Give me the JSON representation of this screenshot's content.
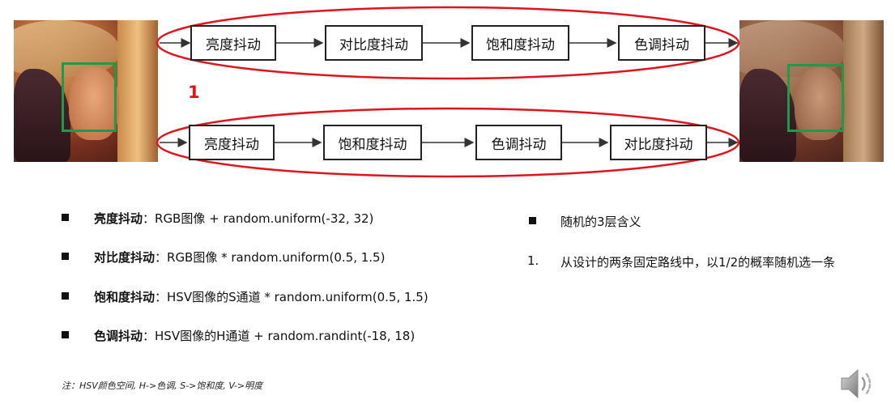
{
  "top_pipeline": [
    "亮度抖动",
    "对比度抖动",
    "饱和度抖动",
    "色调抖动"
  ],
  "bottom_pipeline": [
    "亮度抖动",
    "饱和度抖动",
    "色调抖动",
    "对比度抖动"
  ],
  "marker_label": "1",
  "bullets": [
    {
      "term": "亮度抖动",
      "desc": "：RGB图像 + random.uniform(-32, 32)"
    },
    {
      "term": "对比度抖动",
      "desc": "：RGB图像 * random.uniform(0.5, 1.5)"
    },
    {
      "term": "饱和度抖动",
      "desc": "：HSV图像的S通道 * random.uniform(0.5, 1.5)"
    },
    {
      "term": "色调抖动",
      "desc": "：HSV图像的H通道 + random.randint(-18, 18)"
    }
  ],
  "right_bullet": "随机的3层含义",
  "right_item_num": "1.",
  "right_item_text": "从设计的两条固定路线中，以1/2的概率随机选一条",
  "note": "注：HSV颜色空间, H->色调, S->饱和度, V->明度",
  "colors": {
    "ellipse": "#e0141c",
    "facebox": "#1e9a4a",
    "marker": "#e0141c"
  },
  "icons": [
    "photo-input",
    "photo-output",
    "speaker-icon"
  ]
}
